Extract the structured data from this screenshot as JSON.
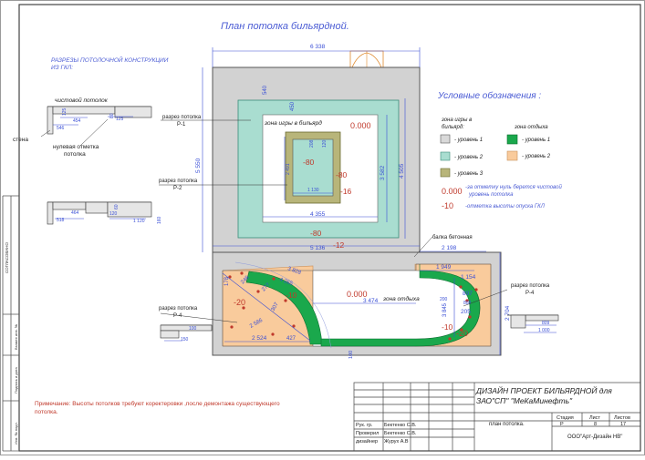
{
  "drawing": {
    "title": "План потолка бильярдной.",
    "sections_heading": [
      "РАЗРЕЗЫ ПОТОЛОЧНОЙ КОНСТРУКЦИИ",
      "ИЗ ГКЛ:"
    ],
    "label_clean_ceiling": "чистовой потолок",
    "label_wall": "стена",
    "label_zero_mark": [
      "нулевая отметка",
      "потолка"
    ],
    "dims": {
      "top_width": "6 338",
      "d540": "540",
      "d450": "450",
      "d5550": "5 550",
      "d3582": "3 582",
      "d4505": "4 505",
      "d4355": "4 355",
      "d5136": "5 136",
      "d2198": "2 198",
      "d2704": "2 704",
      "d1949": "1 949",
      "d1154": "1 154",
      "d897": "897",
      "d808": "808",
      "d205": "205",
      "d3845": "3 845",
      "d200": "200",
      "d3474": "3 474",
      "d100": "100",
      "d2524": "2 524",
      "d2586": "2 586",
      "d3828": "3 828",
      "d4265": "4 265",
      "d277": "277",
      "d307": "307",
      "d427": "427",
      "d246": "246",
      "d178": "178",
      "d2491": "2 491",
      "d1130": "1 130",
      "d208": "208",
      "d120": "120"
    },
    "zones": {
      "game": "зона игры в бильярд",
      "rest_top": "зона отдыха",
      "game_value": "0.000",
      "rest_value": "0.000",
      "m80_a": "-80",
      "m80_b": "-80",
      "m80_c": "-80",
      "m16": "-16",
      "m12": "-12",
      "m20_left": "-20",
      "m10_left": "-10",
      "m10_right": "-10",
      "m20_right": "-20"
    },
    "callouts": {
      "p1": [
        "разрез потолка",
        "Р-1"
      ],
      "p2": [
        "разрез потолка",
        "Р-2"
      ],
      "p4_left": [
        "разрез потолка",
        "Р-4"
      ],
      "p4_right": [
        "разрез потолка",
        "Р-4"
      ],
      "beam": "балка бетонная"
    },
    "section_dims": {
      "s125": "125",
      "s454": "454",
      "s546": "546",
      "s80": "80",
      "s125b": "125",
      "s464": "464",
      "s518": "518",
      "s60": "60",
      "s120": "120",
      "s1120": "1 120",
      "s160": "160",
      "s809": "809",
      "s1000": "1 000",
      "s100": "100",
      "s150": "150"
    },
    "left_strip": {
      "agreed": "СОГЛАСОВАНО",
      "inv_replace": "Взамен инв. №",
      "sign_date": "Подпись и дата",
      "inv_orig": "Инв. № подл."
    },
    "note": "Примечание: Высоты потолков требуют коректеровки ,после демонтажа существующего потолка."
  },
  "legend": {
    "title": "Условные обозначения :",
    "game_heading": [
      "зона игры в",
      "бильярд:"
    ],
    "rest_heading": "зона отдыха",
    "game_levels": [
      "- уровень 1",
      "- уровень 2",
      "- уровень 3"
    ],
    "rest_levels": [
      "- уровень 1",
      "- уровень 2"
    ],
    "zero_symbol": "0.000",
    "zero_text": [
      "-за отметку нуль берется  чистовой",
      "уровень потолка"
    ],
    "minus_symbol": "-10",
    "minus_text": "-отметка высоты опуска ГКЛ",
    "colors": {
      "level1_gray": "#d9d9d9",
      "level2_teal": "#a9ddd0",
      "level3_olive": "#b8b57a",
      "rest1_green": "#1aa84c",
      "rest2_peach": "#f9cb9c",
      "red_marks": "#c0392b",
      "blue_dims": "#3a4fd6"
    }
  },
  "title_block": {
    "project": [
      "ДИЗАЙН ПРОЕКТ БИЛЬЯРДНОЙ для",
      "ЗАО\"СП\" \"МеКаМинефть\""
    ],
    "roles": [
      "Рук. гр.",
      "Проверил",
      "дизайнер"
    ],
    "names": [
      "Бектенко С.В.",
      "Бектенко С.В.",
      "Журух А.В"
    ],
    "sheet_name": "план потолка.",
    "col_stage": "Стадия",
    "col_sheet": "Лист",
    "col_sheets": "Листов",
    "stage": "Р",
    "sheet_no": "8",
    "sheets_total": "17",
    "company": "ООО\"Арт-Дизайн НВ\""
  }
}
